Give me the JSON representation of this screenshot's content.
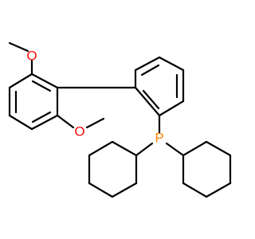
{
  "molecule": {
    "atoms": {
      "oxygen_top": "O",
      "oxygen_bottom": "O",
      "phosphorus": "P"
    }
  },
  "colors": {
    "bond": "#000000",
    "oxygen": "#ff0d0d",
    "phosphorus": "#ff8000",
    "background": "#ffffff"
  }
}
